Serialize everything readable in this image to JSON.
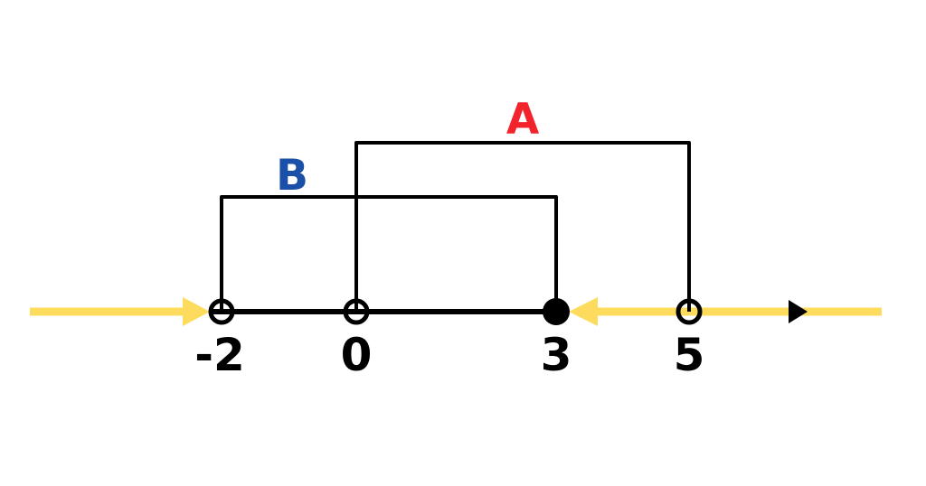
{
  "diagram": {
    "description": "Number line showing sets A and B with open and closed endpoints",
    "background_color": "#ffffff",
    "ink_color": "#000000",
    "ray_color": "#FDDB5C",
    "sets": [
      {
        "label": "A",
        "color": "#F2232A",
        "from": "0",
        "to": "5"
      },
      {
        "label": "B",
        "color": "#1B50A8",
        "from": "-2",
        "to": "3"
      }
    ],
    "points": [
      {
        "label": "-2",
        "marker": "open-circle"
      },
      {
        "label": "0",
        "marker": "open-circle"
      },
      {
        "label": "3",
        "marker": "filled-circle"
      },
      {
        "label": "5",
        "marker": "open-circle"
      }
    ],
    "segment": {
      "from": "-2",
      "to": "3",
      "style": "thick-black"
    },
    "rays": [
      {
        "direction": "right",
        "tip_at": "-2",
        "color": "#FDDB5C"
      },
      {
        "direction": "left",
        "tip_at": "3",
        "color": "#FDDB5C"
      }
    ]
  }
}
